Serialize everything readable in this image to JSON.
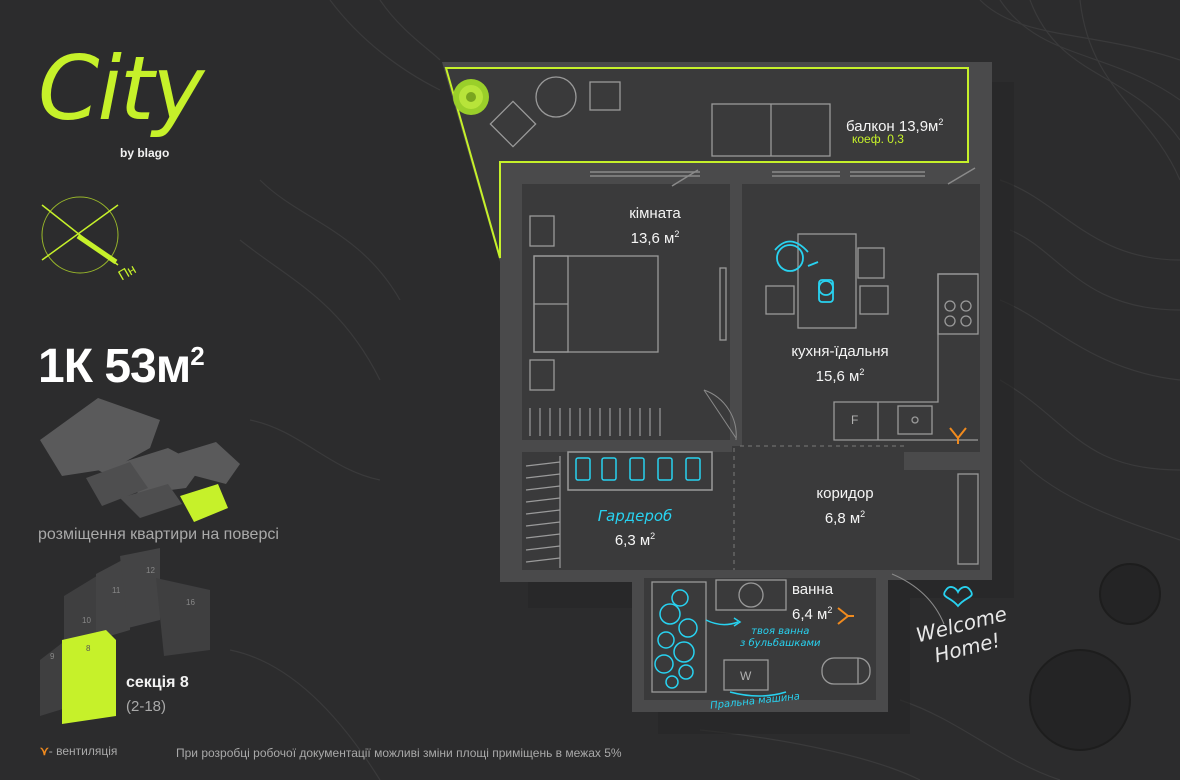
{
  "brand": {
    "logo_word": "City",
    "tagline": "by blago"
  },
  "compass": {
    "label": "Пн"
  },
  "apartment": {
    "type": "1К",
    "area": "53м",
    "area_sup": "2"
  },
  "floor_map": {
    "caption": "розміщення квартири на поверсі"
  },
  "section": {
    "title": "секція 8",
    "floors": "(2-18)",
    "building_numbers": [
      "9",
      "8",
      "10",
      "11",
      "12",
      "16"
    ]
  },
  "rooms": {
    "balcony": {
      "name": "балкон 13,9м",
      "sup": "2",
      "coef": "коеф. 0,3"
    },
    "room": {
      "name": "кімната",
      "area": "13,6 м",
      "sup": "2"
    },
    "kitchen": {
      "name": "кухня-їдальня",
      "area": "15,6 м",
      "sup": "2"
    },
    "wardrobe": {
      "name": "Гардероб",
      "area": "6,3 м",
      "sup": "2"
    },
    "corridor": {
      "name": "коридор",
      "area": "6,8 м",
      "sup": "2"
    },
    "bathroom": {
      "name": "ванна",
      "area": "6,4 м",
      "sup": "2"
    }
  },
  "fixtures": {
    "fridge": "F",
    "washer": "W"
  },
  "notes": {
    "bath_note_line1": "твоя ванна",
    "bath_note_line2": "з бульбашками",
    "washing_machine": "Пральна машина",
    "welcome_line1": "Welcome",
    "welcome_line2": "Home!"
  },
  "legend": {
    "ventilation": "- вентиляція",
    "disclaimer": "При розробці робочої документації можливі зміни площі приміщень в межах 5%"
  },
  "colors": {
    "background": "#2c2c2d",
    "floor": "#3a3a3b",
    "wall": "#4a4a4b",
    "accent_lime": "#c6f12a",
    "accent_cyan": "#28d2f0",
    "accent_orange": "#f08a1e"
  }
}
